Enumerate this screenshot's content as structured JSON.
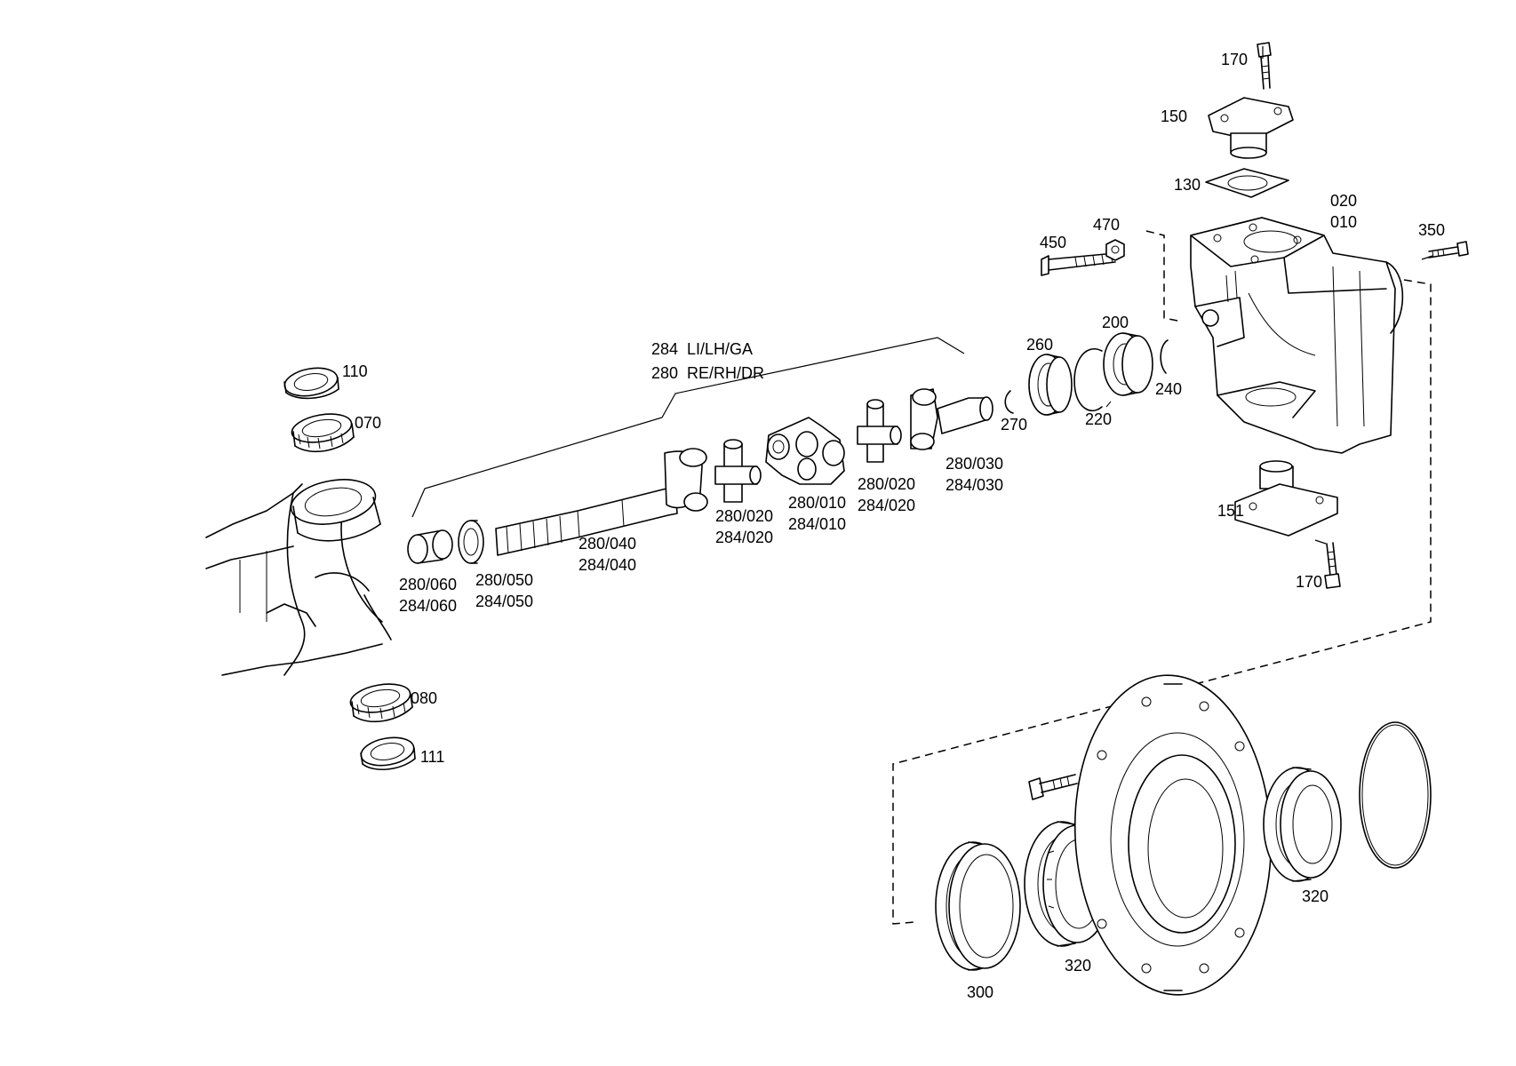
{
  "callouts": {
    "c170_top": "170",
    "c150": "150",
    "c130": "130",
    "c020": "020",
    "c010": "010",
    "c470": "470",
    "c450": "450",
    "c350": "350",
    "c200": "200",
    "c260": "260",
    "c240": "240",
    "c220": "220",
    "c270": "270",
    "c151": "151",
    "c170_bottom": "170",
    "c110": "110",
    "c070": "070",
    "c080": "080",
    "c111": "111",
    "c280_060": "280/060",
    "c284_060": "284/060",
    "c280_050": "280/050",
    "c284_050": "284/050",
    "c280_040": "280/040",
    "c284_040": "284/040",
    "c280_020a": "280/020",
    "c284_020a": "284/020",
    "c280_010": "280/010",
    "c284_010": "284/010",
    "c280_020b": "280/020",
    "c284_020b": "284/020",
    "c280_030": "280/030",
    "c284_030": "284/030",
    "c300": "300",
    "c320_a": "320",
    "c320_b": "320"
  },
  "shaft_variants": {
    "left": "284  LI/LH/GA",
    "right": "280  RE/RH/DR"
  }
}
